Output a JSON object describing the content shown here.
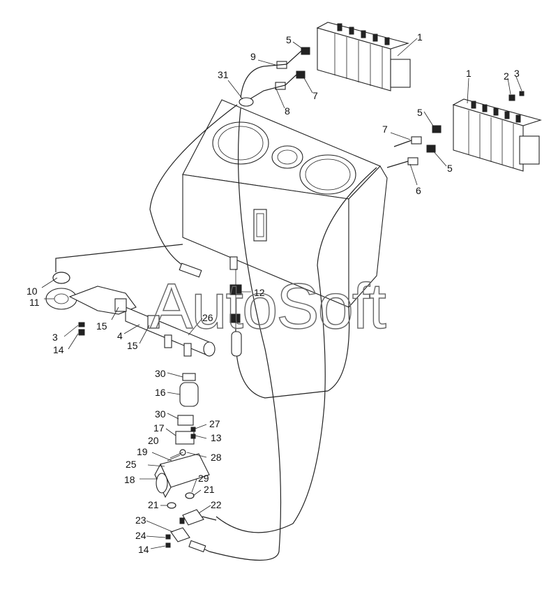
{
  "watermark": "AutoSoft",
  "callouts": {
    "c1a": "1",
    "c1b": "1",
    "c2": "2",
    "c3a": "3",
    "c3b": "3",
    "c4": "4",
    "c5a": "5",
    "c5b": "5",
    "c5c": "5",
    "c6": "6",
    "c7a": "7",
    "c7b": "7",
    "c8": "8",
    "c9": "9",
    "c10": "10",
    "c11": "11",
    "c12": "12",
    "c13": "13",
    "c14a": "14",
    "c14b": "14",
    "c15a": "15",
    "c15b": "15",
    "c16": "16",
    "c17": "17",
    "c18": "18",
    "c19": "19",
    "c20": "20",
    "c21a": "21",
    "c21b": "21",
    "c22": "22",
    "c23": "23",
    "c24": "24",
    "c25": "25",
    "c26": "26",
    "c27": "27",
    "c28": "28",
    "c29": "29",
    "c30a": "30",
    "c30b": "30",
    "c31": "31"
  }
}
